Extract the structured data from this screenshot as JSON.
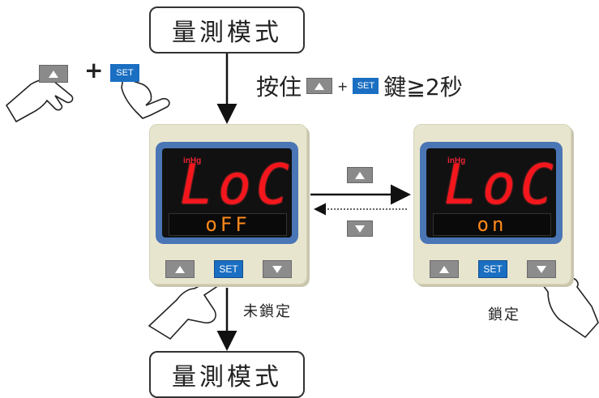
{
  "top_mode": "量測模式",
  "bottom_mode": "量測模式",
  "instruction": {
    "prefix": "按住",
    "plus": "+",
    "set_key": "SET",
    "suffix": "鍵≧2秒"
  },
  "combo": {
    "plus": "+",
    "set_key": "SET"
  },
  "left_device": {
    "unit": "inHg",
    "main_display": "LoC",
    "sub_display": "oFF",
    "set_key": "SET"
  },
  "right_device": {
    "unit": "inHg",
    "main_display": "LoC",
    "sub_display": "on",
    "set_key": "SET"
  },
  "unlocked_label": "未鎖定",
  "locked_label": "鎖定",
  "icons": [
    "up-arrow-key-icon",
    "down-arrow-key-icon",
    "hand-pressing-icon",
    "arrow-icon"
  ],
  "colors": {
    "set_key": "#1b6fc2",
    "arrow_key": "#8c8c8c",
    "device_body": "#e8e5cf",
    "device_face": "#4a76b6",
    "main_segment": "#f4161c",
    "sub_segment": "#ff8a1a"
  }
}
